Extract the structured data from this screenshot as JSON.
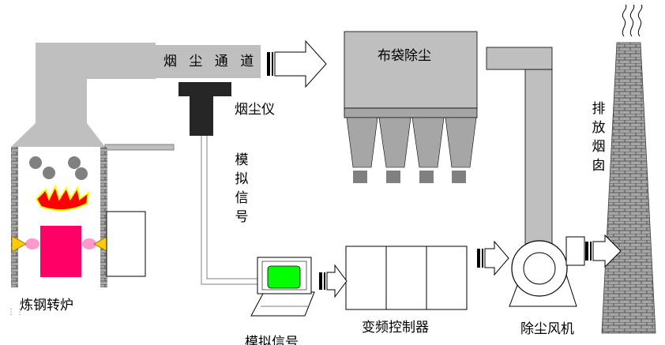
{
  "labels": {
    "flue_duct": "烟 尘 通 道",
    "bag_filter": "布袋除尘",
    "dust_meter": "烟尘仪",
    "analog_signal_vertical": "模拟信号",
    "analog_signal_bottom": "模拟信号",
    "converter": "炼钢转炉",
    "vfd_controller": "变频控制器",
    "dust_fan": "除尘风机",
    "chimney": "排放烟囱"
  },
  "colors": {
    "duct_gray": "#bfbfbf",
    "dark_gray": "#808080",
    "brick_gray": "#a6a6a6",
    "meter_black": "#262626",
    "screen_green": "#00ff00",
    "flame_red": "#ff0000",
    "flame_yellow": "#ffff00",
    "vessel_magenta": "#ff0066",
    "trunnion_pink": "#ff99cc",
    "trunnion_gold": "#ffcc00"
  },
  "icons": {
    "flow_arrow": "hollow-right-arrow-icon",
    "computer": "computer-monitor-icon",
    "fan": "centrifugal-fan-icon",
    "smoke": "smoke-wisp-icon",
    "flame": "flame-icon"
  }
}
